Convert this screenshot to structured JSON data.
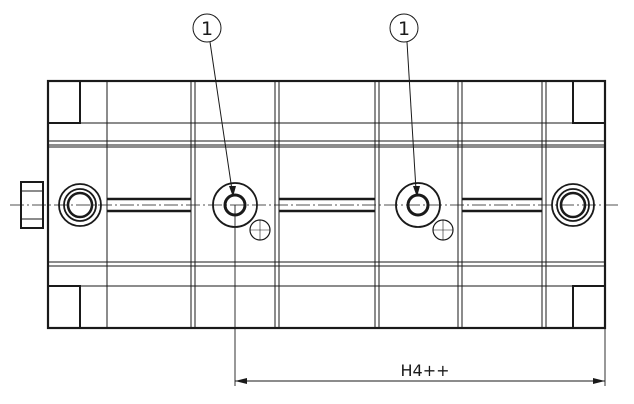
{
  "balloons": [
    {
      "id": "balloon-1-left",
      "text": "1"
    },
    {
      "id": "balloon-1-right",
      "text": "1"
    }
  ],
  "dimension": {
    "text": "H4++"
  },
  "colors": {
    "line": "#1a1a1a",
    "fill": "#ffffff"
  }
}
